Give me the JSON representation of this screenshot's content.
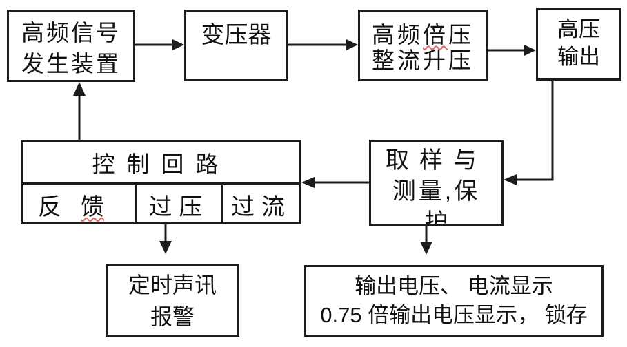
{
  "colors": {
    "line": "#1c1c1c",
    "squiggle": "#d96a6a",
    "background": "#ffffff"
  },
  "nodes": {
    "hf_signal": {
      "line1": "高频信号",
      "line2": "发生装置"
    },
    "transformer": {
      "label": "变压器"
    },
    "multiplier": {
      "line1_pre": "高频",
      "line1_squiggled": "倍",
      "line1_post": "压",
      "line2": "整流升压"
    },
    "hv_output": {
      "line1": "高压",
      "line2": "输出"
    },
    "control": {
      "title": "控制回路",
      "feedback_char1": "反",
      "feedback_char2": "馈",
      "overvoltage": "过压",
      "overcurrent": "过流"
    },
    "sampling": {
      "line1": "取样与",
      "line2": "测量,保",
      "line3": "护"
    },
    "alarm": {
      "line1": "定时声讯",
      "line2": "报警"
    },
    "display": {
      "line1": "输出电压、 电流显示",
      "line2": "0.75 倍输出电压显示， 锁存"
    }
  },
  "edges": [
    {
      "from": "hf_signal",
      "to": "transformer"
    },
    {
      "from": "transformer",
      "to": "multiplier"
    },
    {
      "from": "multiplier",
      "to": "hv_output"
    },
    {
      "from": "hv_output",
      "to": "sampling"
    },
    {
      "from": "sampling",
      "to": "control"
    },
    {
      "from": "control",
      "to": "hf_signal"
    },
    {
      "from": "control_overvoltage",
      "to": "alarm"
    },
    {
      "from": "sampling",
      "to": "display"
    }
  ]
}
